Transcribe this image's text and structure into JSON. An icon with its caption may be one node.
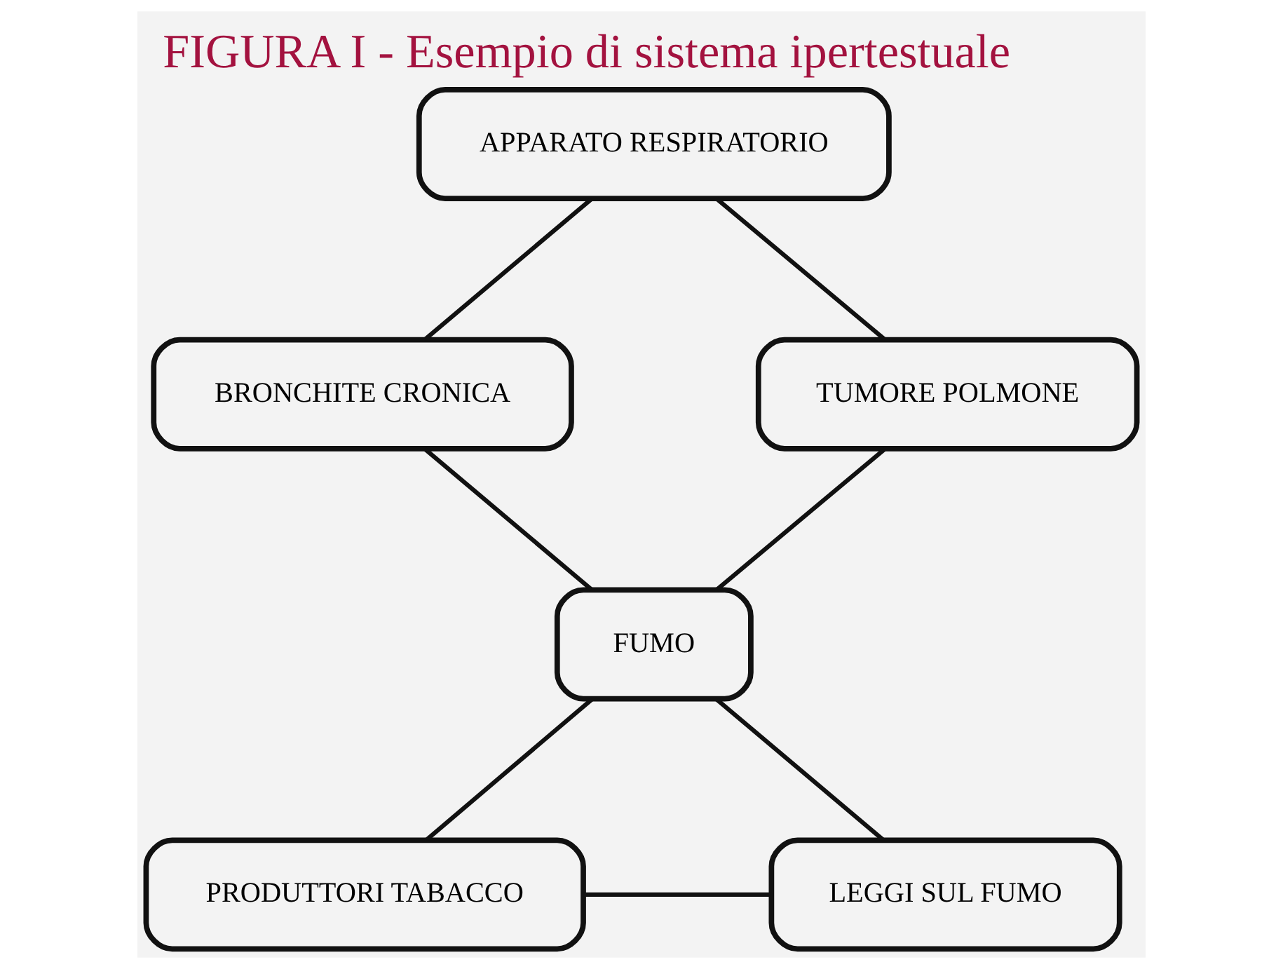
{
  "diagram": {
    "title": "FIGURA I - Esempio di sistema ipertestuale",
    "nodes": [
      {
        "text": [
          "APPARATO RESPIRATORIO"
        ]
      },
      {
        "text": [
          "BRONCHITE CRONICA"
        ]
      },
      {
        "text": [
          "TUMORE POLMONE"
        ]
      },
      {
        "text": [
          "FUMO"
        ]
      },
      {
        "text": [
          "PRODUTTORI TABACCO"
        ]
      },
      {
        "text": [
          "LEGGI SUL FUMO"
        ]
      }
    ],
    "edges": [
      {
        "from": 0,
        "to": 1,
        "arrow": "none"
      },
      {
        "from": 0,
        "to": 2,
        "arrow": "none"
      },
      {
        "from": 1,
        "to": 3,
        "arrow": "none"
      },
      {
        "from": 2,
        "to": 3,
        "arrow": "none"
      },
      {
        "from": 3,
        "to": 4,
        "arrow": "none"
      },
      {
        "from": 3,
        "to": 5,
        "arrow": "none"
      },
      {
        "from": 4,
        "to": 5,
        "arrow": "none"
      }
    ]
  }
}
